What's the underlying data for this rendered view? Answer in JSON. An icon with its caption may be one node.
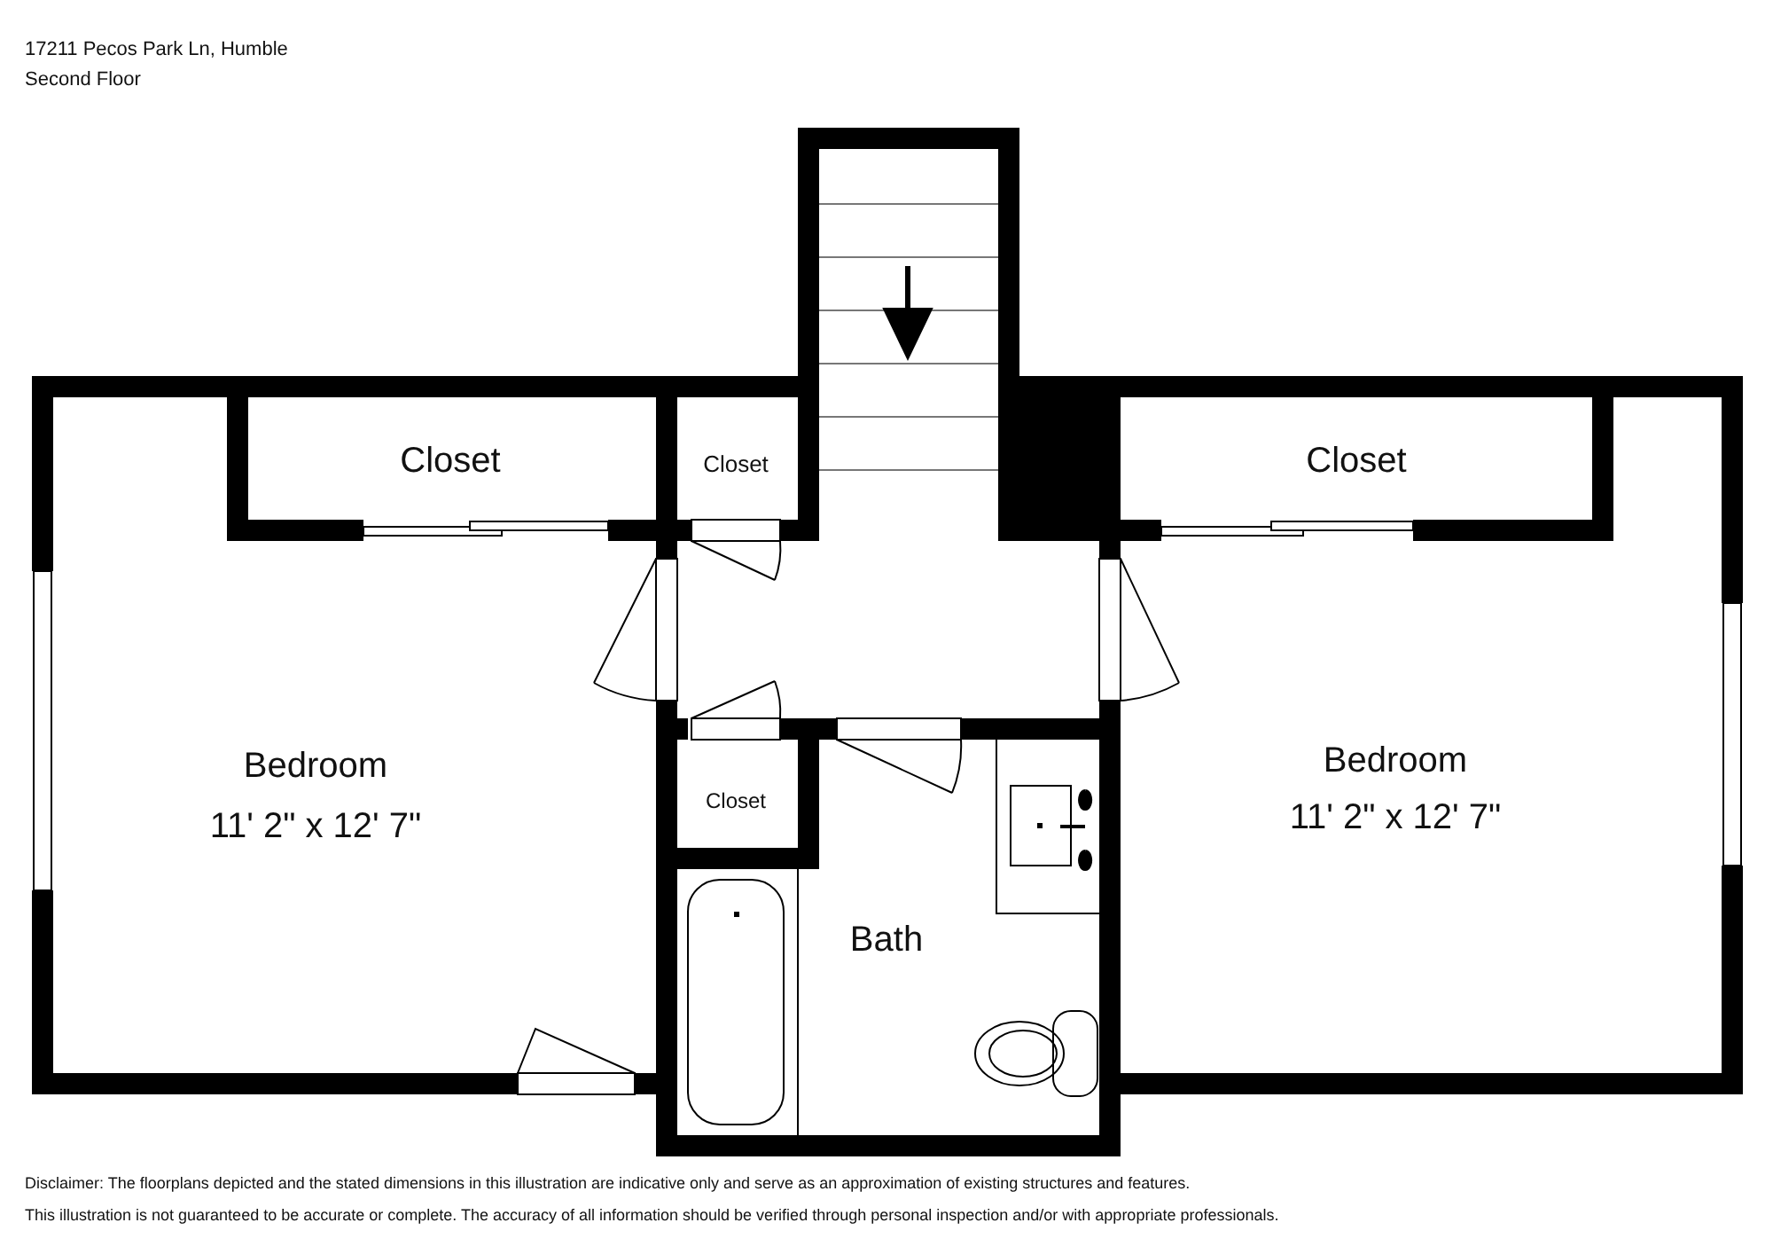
{
  "diagram": {
    "labels": [
      "17211 Pecos Park Ln, Humble",
      "Second Floor",
      "Closet",
      "Closet",
      "Closet",
      "Bedroom",
      "11' 2\" x 12' 7\"",
      "Bedroom",
      "11' 2\" x 12' 7\"",
      "Closet",
      "Bath",
      "Disclaimer: The floorplans depicted and the stated dimensions in this illustration are indicative only and serve as an approximation of existing structures and features.",
      "This illustration is not guaranteed to be accurate or complete. The accuracy of all information should be verified through personal inspection and/or with appropriate professionals."
    ]
  }
}
